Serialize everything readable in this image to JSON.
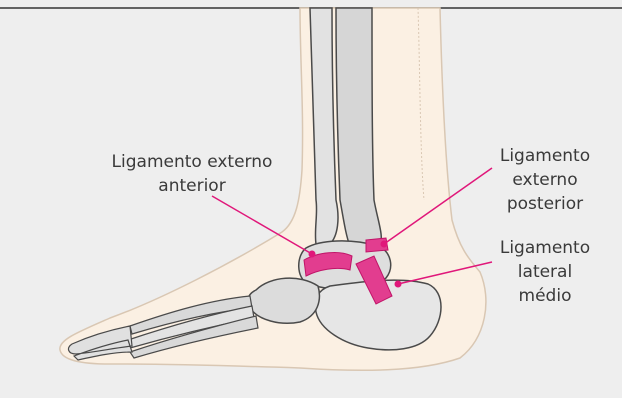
{
  "labels": {
    "anterior": "Ligamento externo\nanterior",
    "posterior": "Ligamento\nexterno\nposterior",
    "medio": "Ligamento\nlateral\nmédio"
  },
  "colors": {
    "background": "#eeeeee",
    "skin": "#fbf0e3",
    "skin_outline": "#d9c7b3",
    "bone": "#d6d6d6",
    "bone_light": "#eaeaea",
    "bone_outline": "#4a4a4a",
    "ligament": "#e0177a",
    "ligament_fill": "#e23d8f",
    "text": "#3a3a3a"
  }
}
